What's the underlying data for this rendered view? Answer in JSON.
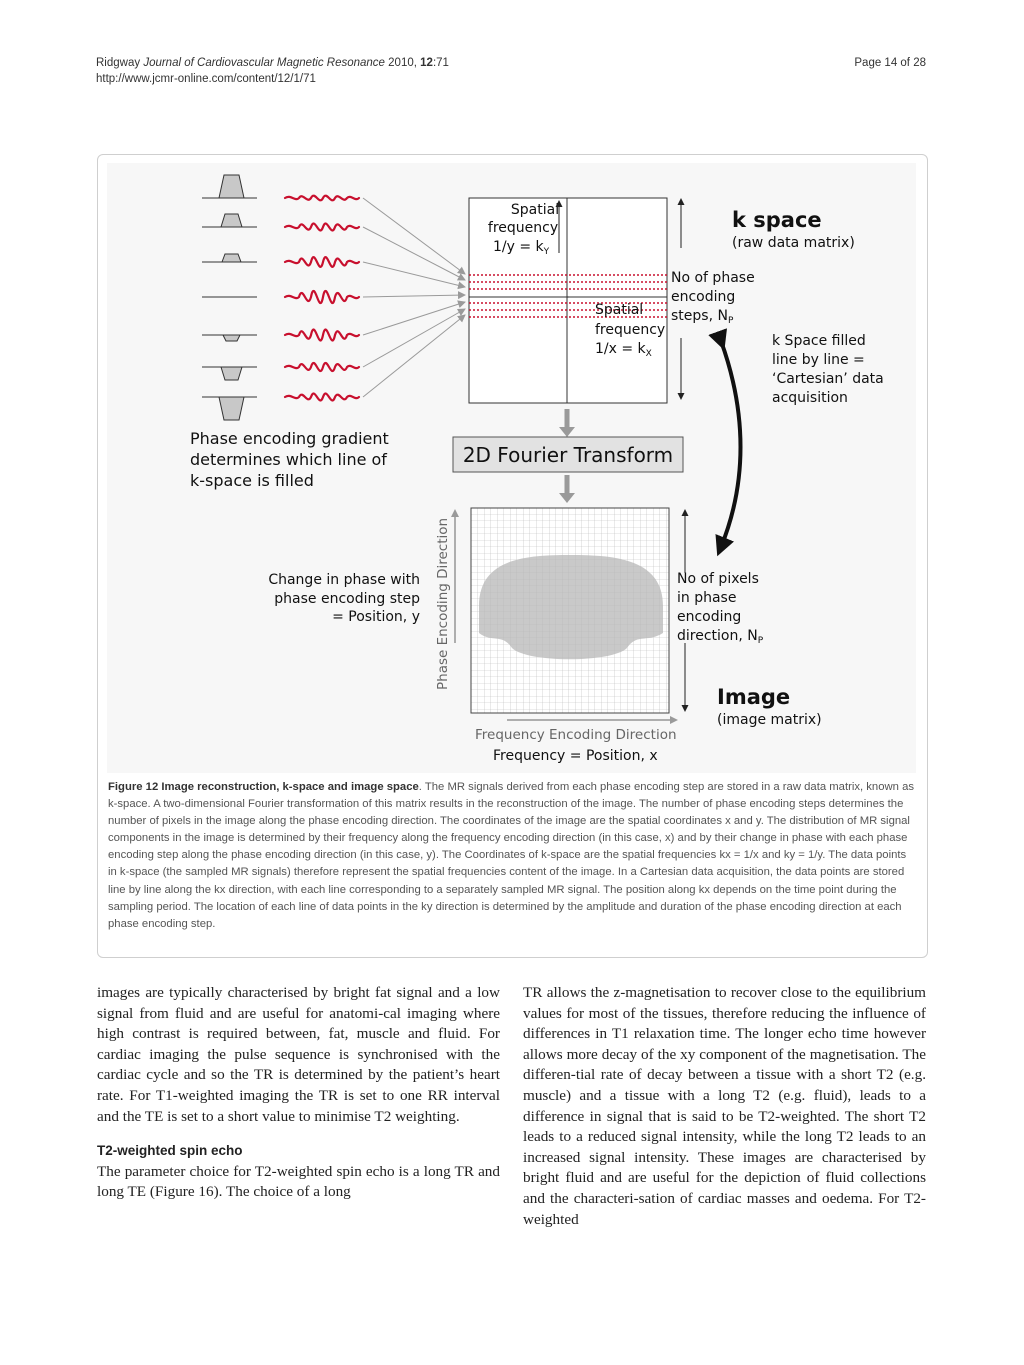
{
  "header": {
    "author": "Ridgway",
    "journal": "Journal of Cardiovascular Magnetic Resonance",
    "year_vol": "2010, ",
    "volume": "12",
    "article": ":71",
    "url": "http://www.jcmr-online.com/content/12/1/71",
    "page": "Page 14 of 28"
  },
  "figure": {
    "labels": {
      "spatial_freq_y_1": "Spatial",
      "spatial_freq_y_2": "frequency",
      "spatial_freq_y_3": "1/y = k",
      "spatial_freq_y_sub": "Y",
      "kspace_title": "k space",
      "kspace_sub": "(raw data matrix)",
      "phase_steps_1": "No of phase",
      "phase_steps_2": "encoding",
      "phase_steps_3": "steps, N",
      "phase_steps_sub": "P",
      "spatial_freq_x_1": "Spatial",
      "spatial_freq_x_2": "frequency",
      "spatial_freq_x_3": "1/x = k",
      "spatial_freq_x_sub": "X",
      "filled_1": "k Space filled",
      "filled_2": "line by line =",
      "filled_3": "‘Cartesian’ data",
      "filled_4": "acquisition",
      "gradient_1": "Phase encoding gradient",
      "gradient_2": "determines which line of",
      "gradient_3": "k-space is filled",
      "fourier": "2D Fourier Transform",
      "change_1": "Change in phase with",
      "change_2": "phase encoding step",
      "change_3": "= Position, y",
      "phase_dir": "Phase Encoding Direction",
      "pixels_1": "No of pixels",
      "pixels_2": "in phase",
      "pixels_3": "encoding",
      "pixels_4": "direction, N",
      "pixels_sub": "P",
      "image_title": "Image",
      "image_sub": "(image matrix)",
      "freq_dir": "Frequency Encoding Direction",
      "freq_pos": "Frequency = Position, x"
    },
    "caption_title": "Figure 12 Image reconstruction, k-space and image space",
    "caption_body": ". The MR signals derived from each phase encoding step are stored in a raw data matrix, known as k-space. A two-dimensional Fourier transformation of this matrix results in the reconstruction of the image. The number of phase encoding steps determines the number of pixels in the image along the phase encoding direction. The coordinates of the image are the spatial coordinates x and y. The distribution of MR signal components in the image is determined by their frequency along the frequency encoding direction (in this case, x) and by their change in phase with each phase encoding step along the phase encoding direction (in this case, y). The Coordinates of k-space are the spatial frequencies kx = 1/x and ky = 1/y. The data points in k-space (the sampled MR signals) therefore represent the spatial frequencies content of the image. In a Cartesian data acquisition, the data points are stored line by line along the kx direction, with each line corresponding to a separately sampled MR signal. The position along kx depends on the time point during the sampling period. The location of each line of data points in the ky direction is determined by the amplitude and duration of the phase encoding direction at each phase encoding step."
  },
  "body": {
    "left_p1": "images are typically characterised by bright fat signal and a low signal from fluid and are useful for anatomi-cal imaging where high contrast is required between, fat, muscle and fluid. For cardiac imaging the pulse sequence is synchronised with the cardiac cycle and so the TR is determined by the patient’s heart rate. For T1-weighted imaging the TR is set to one RR interval and the TE is set to a short value to minimise T2 weighting.",
    "section_heading": "T2-weighted spin echo",
    "left_p2": "The parameter choice for T2-weighted spin echo is a long TR and long TE (Figure 16). The choice of a long",
    "right_p1": "TR allows the z-magnetisation to recover close to the equilibrium values for most of the tissues, therefore reducing the influence of differences in T1 relaxation time. The longer echo time however allows more decay of the xy component of the magnetisation. The differen-tial rate of decay between a tissue with a short T2 (e.g. muscle) and a tissue with a long T2 (e.g. fluid), leads to a difference in signal that is said to be T2-weighted. The short T2 leads to a reduced signal intensity, while the long T2 leads to an increased signal intensity. These images are characterised by bright fluid and are useful for the depiction of fluid collections and the characteri-sation of cardiac masses and oedema. For T2-weighted"
  },
  "colors": {
    "signal_red": "#c8102e",
    "arrow_grey": "#9a9a9a",
    "blob_grey": "#c9c9c9"
  }
}
